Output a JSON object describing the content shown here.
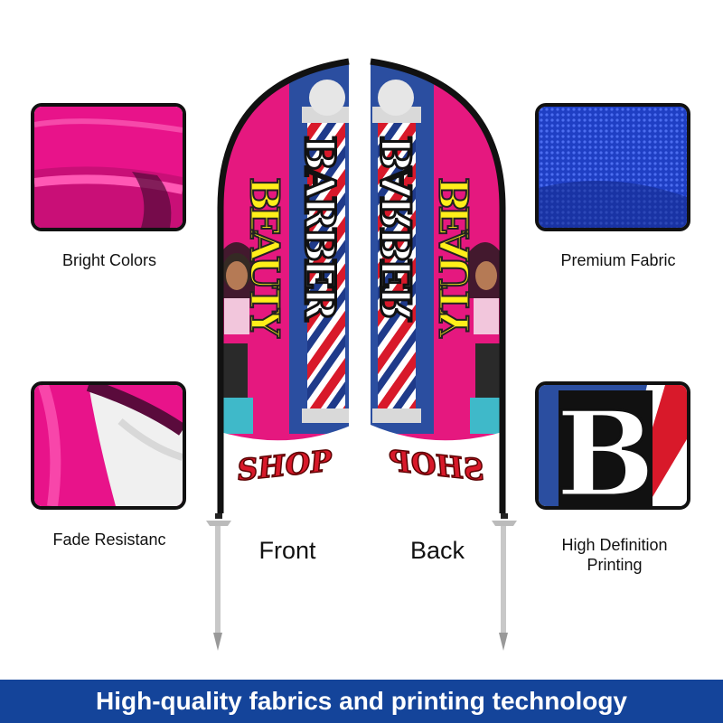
{
  "features": {
    "bright_colors": "Bright Colors",
    "premium_fabric": "Premium Fabric",
    "fade_resistance": "Fade Resistanc",
    "hd_printing_line1": "High Definition",
    "hd_printing_line2": "Printing"
  },
  "flags": {
    "front_label": "Front",
    "back_label": "Back",
    "word_beauty": "BEAUTY",
    "word_barber": "BARBER",
    "word_shop": "SHOP",
    "detail_letter": "B"
  },
  "footer": {
    "tagline": "High-quality fabrics and printing technology"
  },
  "colors": {
    "pink": "#e5187f",
    "blue": "#2b4ea0",
    "yellow": "#ffef1a",
    "red": "#d8192a",
    "footer_bar": "#14449a"
  }
}
